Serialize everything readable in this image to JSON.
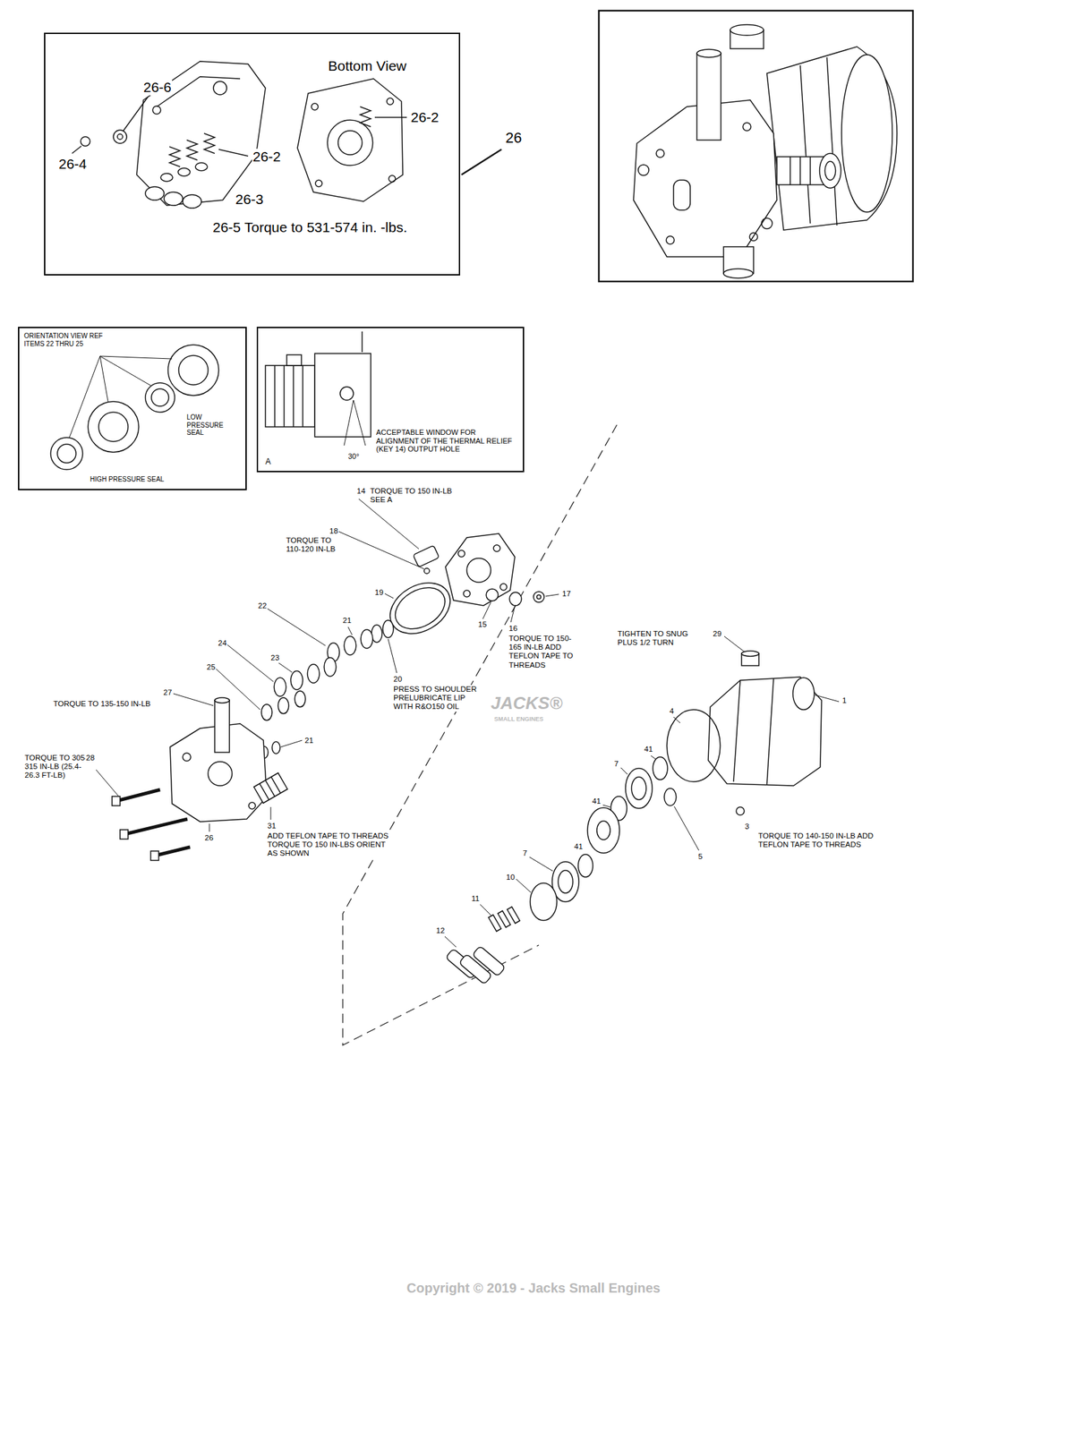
{
  "diagram": {
    "nodes": [
      {
        "text": [
          "Bottom View",
          "26-6",
          "26-2",
          "26-2",
          "26-4",
          "26-3",
          "26-5 Torque to 531-574 in. -lbs."
        ]
      },
      {
        "text": [
          "ORIENTATION VIEW REF ITEMS 22 THRU 25",
          "LOW PRESSURE SEAL",
          "HIGH PRESSURE SEAL"
        ]
      },
      {
        "text": [
          "ACCEPTABLE WINDOW FOR ALIGNMENT OF THE THERMAL RELIEF (KEY 14) OUTPUT HOLE",
          "30°",
          "A"
        ]
      }
    ],
    "labels": [
      "26",
      "14",
      "TORQUE TO 150 IN-LB SEE A",
      "18",
      "TORQUE TO 110-120 IN-LB",
      "19",
      "22",
      "21",
      "20",
      "PRESS TO SHOULDER PRELUBRICATE LIP WITH R&O150 OIL",
      "15",
      "16",
      "TORQUE TO 150-165 IN-LB ADD TEFLON TAPE TO THREADS",
      "17",
      "24",
      "23",
      "25",
      "27",
      "TORQUE TO 135-150 IN-LB",
      "21",
      "TORQUE TO 305-315 IN-LB (25.4-26.3 FT-LB)",
      "28",
      "26",
      "31",
      "ADD TEFLON TAPE TO THREADS TORQUE TO 150 IN-LBS ORIENT AS SHOWN",
      "TIGHTEN TO SNUG PLUS 1/2 TURN",
      "29",
      "1",
      "4",
      "41",
      "7",
      "41",
      "3",
      "TORQUE TO 140-150 IN-LB ADD TEFLON TAPE TO THREADS",
      "5",
      "41",
      "7",
      "10",
      "11",
      "12",
      "JACKS®",
      "SMALL ENGINES",
      "Copyright © 2019 - Jacks Small Engines"
    ]
  }
}
